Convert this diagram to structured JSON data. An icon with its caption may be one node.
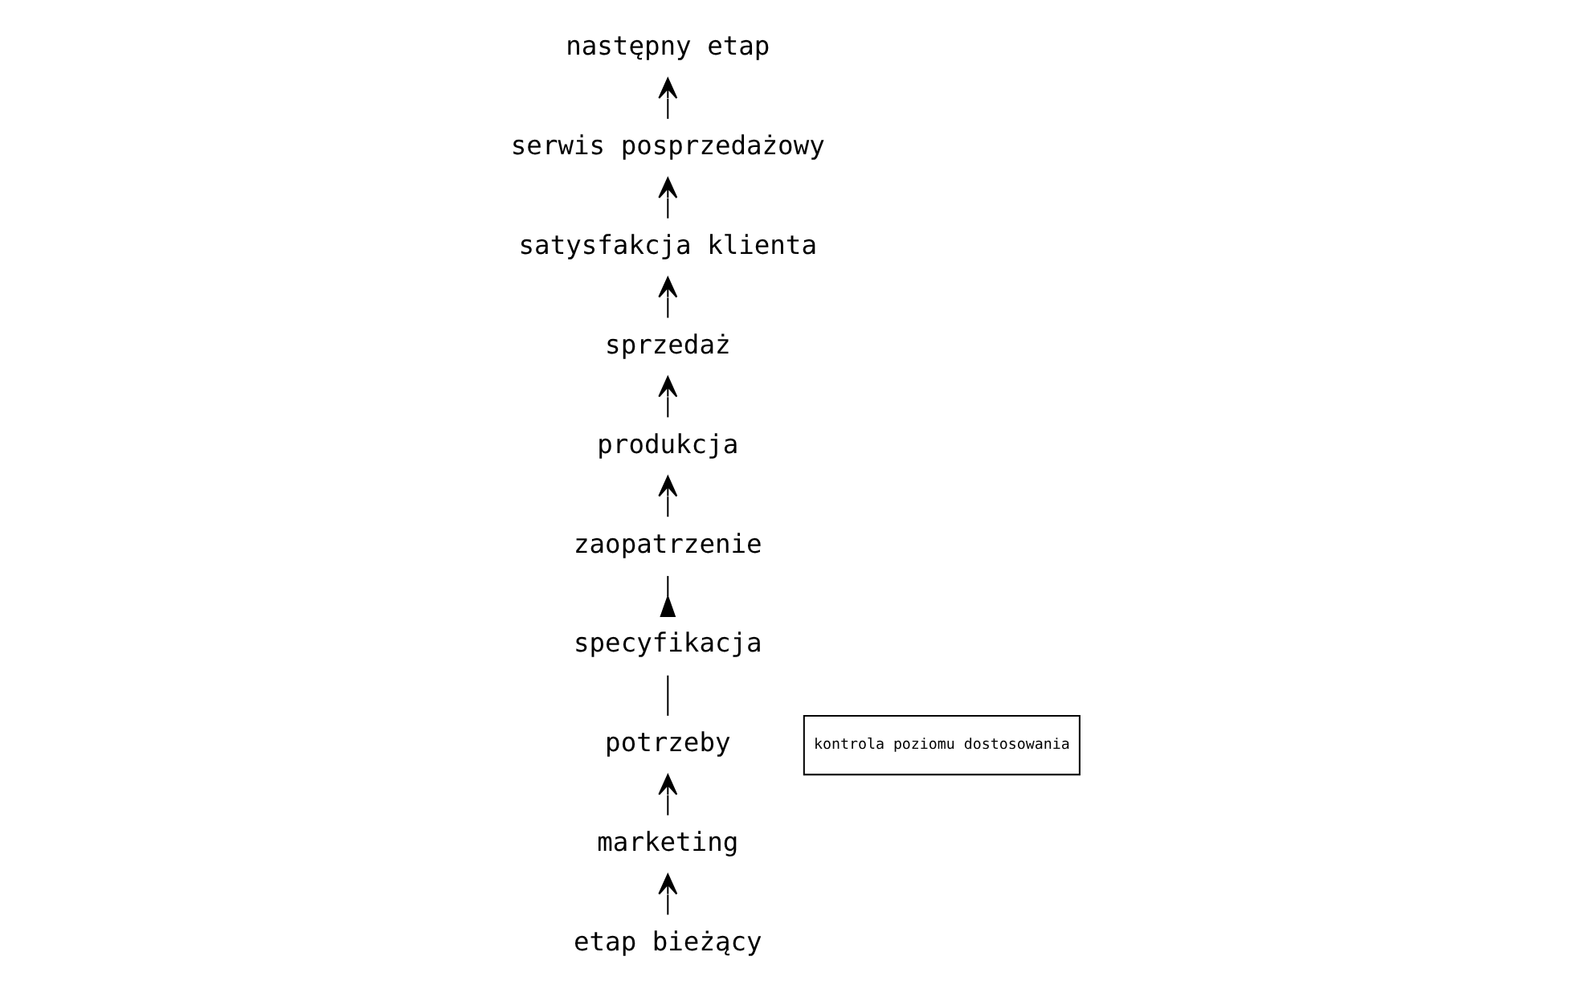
{
  "diagram": {
    "nodes": [
      {
        "text": [
          "następny etap"
        ]
      },
      {
        "text": [
          "serwis posprzedażowy"
        ]
      },
      {
        "text": [
          "sprzedaż"
        ]
      },
      {
        "text": [
          "satysfakcja klienta"
        ]
      },
      {
        "text": [
          "produkcja"
        ]
      },
      {
        "text": [
          "kontrola poziomu dostosowania"
        ]
      },
      {
        "text": [
          "potrzeby"
        ]
      },
      {
        "text": [
          "specyfikacja"
        ]
      },
      {
        "text": [
          "zaopatrzenie"
        ]
      },
      {
        "text": [
          "marketing"
        ]
      },
      {
        "text": [
          "etap bieżący"
        ]
      }
    ],
    "edges": [
      {
        "from": 10,
        "to": 9,
        "arrow": "to"
      },
      {
        "from": 9,
        "to": 6,
        "arrow": "to"
      },
      {
        "from": 6,
        "to": 7,
        "arrow": "none"
      },
      {
        "from": 7,
        "to": 8,
        "arrow": "other"
      },
      {
        "from": 8,
        "to": 4,
        "arrow": "to"
      },
      {
        "from": 4,
        "to": 2,
        "arrow": "to"
      },
      {
        "from": 2,
        "to": 3,
        "arrow": "to"
      },
      {
        "from": 3,
        "to": 1,
        "arrow": "to"
      },
      {
        "from": 1,
        "to": 0,
        "arrow": "to"
      }
    ]
  }
}
